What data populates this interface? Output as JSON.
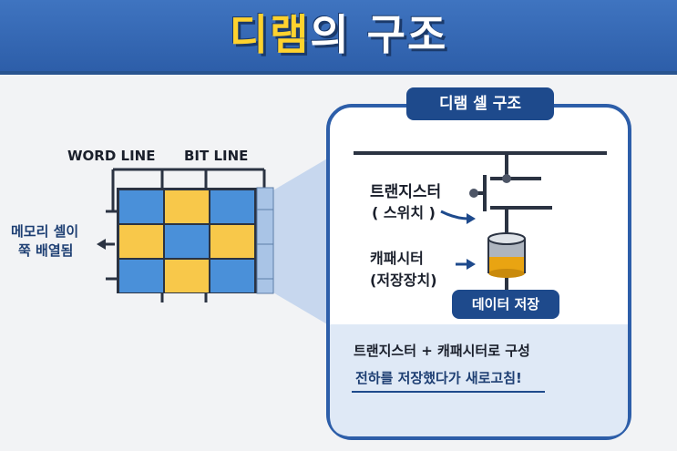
{
  "title": {
    "part1": "디램",
    "part2": "의 구조"
  },
  "left": {
    "word_line_label": "WORD LINE",
    "bit_line_label": "BIT LINE",
    "array_caption_line1": "메모리 셀이",
    "array_caption_line2": "쭉 배열됨"
  },
  "panel": {
    "heading": "디램 셀 구조",
    "transistor_label": "트랜지스터",
    "transistor_sub": "( 스위치 )",
    "capacitor_label": "캐패시터",
    "capacitor_sub": "(저장장치)",
    "store_badge": "데이터 저장",
    "summary_line1": "트랜지스터 + 캐패시터로 구성",
    "summary_line2": "전하를 저장했다가 새로고침!"
  },
  "colors": {
    "header": "#3f74c0",
    "accent_yellow": "#ffd22e",
    "cell_blue": "#4a90d9",
    "cell_yellow": "#f8c84a",
    "navy": "#1e4a8c"
  },
  "grid": {
    "rows": [
      [
        "blue",
        "yellow",
        "blue"
      ],
      [
        "yellow",
        "blue",
        "yellow"
      ],
      [
        "blue",
        "yellow",
        "blue"
      ]
    ]
  }
}
